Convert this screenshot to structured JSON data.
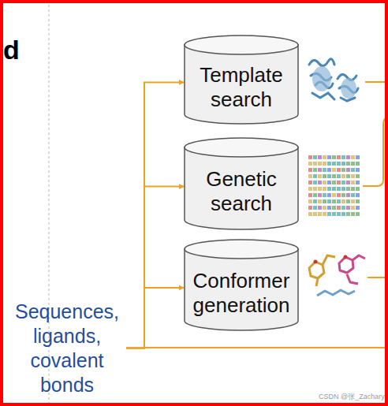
{
  "diagram": {
    "nodes": [
      {
        "text": [
          "Template search"
        ]
      },
      {
        "text": [
          "Genetic search"
        ]
      },
      {
        "text": [
          "Conformer generation"
        ]
      },
      {
        "text": [
          "Sequences, ligands, covalent bonds"
        ]
      }
    ],
    "edges": [
      {
        "from": 3,
        "to": 0,
        "arrow": "to"
      },
      {
        "from": 3,
        "to": 1,
        "arrow": "to"
      },
      {
        "from": 3,
        "to": 2,
        "arrow": "to"
      }
    ],
    "labels": [
      "d",
      "CSDN @张_Zachary"
    ]
  }
}
